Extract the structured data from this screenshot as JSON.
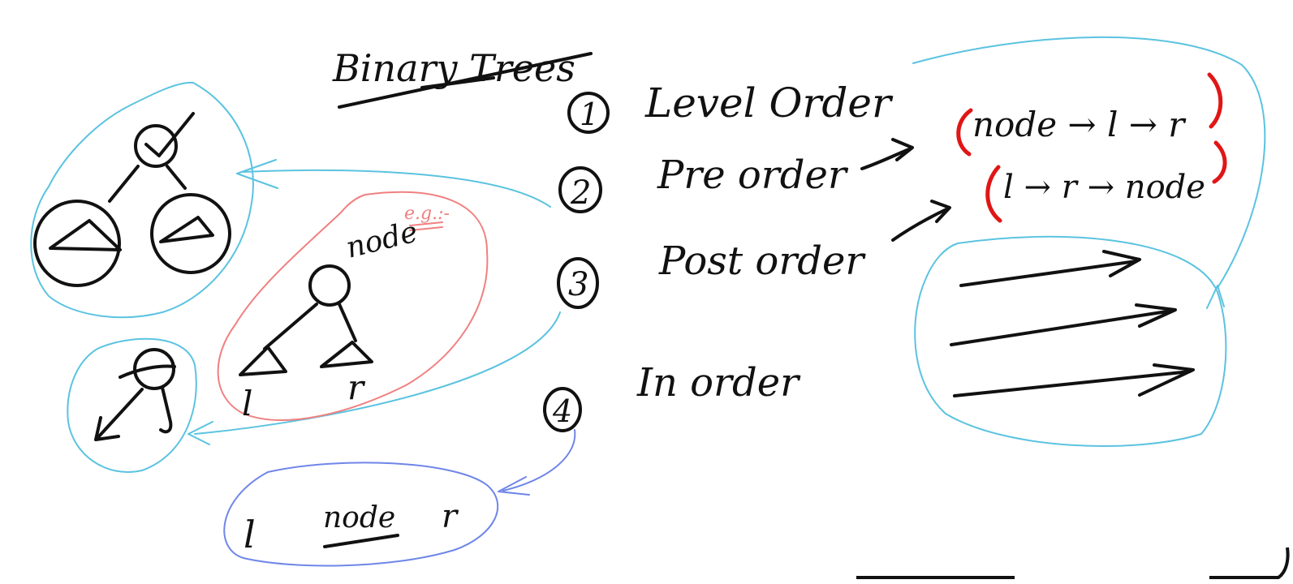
{
  "title": "Binary Trees",
  "traversals": [
    {
      "number": "1",
      "label": "Level Order"
    },
    {
      "number": "2",
      "label": "Pre order"
    },
    {
      "number": "3",
      "label": "Post order"
    },
    {
      "number": "4",
      "label": "In order"
    }
  ],
  "pre_order_sequence": "node → l → r",
  "post_order_sequence": "l → r → node",
  "example_note": "e.g.:-",
  "example_node_label": "node",
  "example_left_label": "l",
  "example_right_label": "r",
  "in_order_sequence": {
    "left": "l",
    "node": "node",
    "right": "r"
  },
  "colors": {
    "ink": "#111111",
    "blue_outline": "#5bc3e0",
    "violet_outline": "#6f86e8",
    "red_highlight": "#e01616",
    "pink_outline": "#f08080"
  }
}
